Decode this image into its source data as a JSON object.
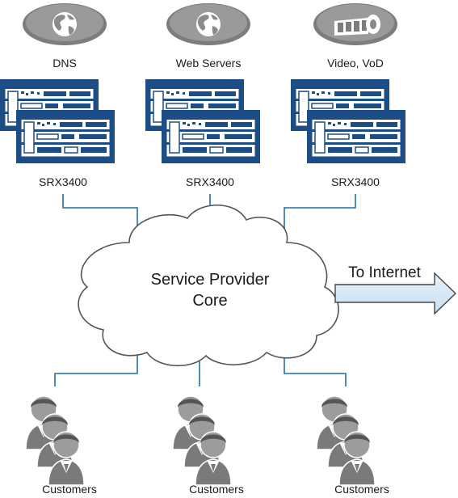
{
  "services": [
    {
      "label": "DNS",
      "icon": "globe-icon"
    },
    {
      "label": "Web Servers",
      "icon": "globe-icon"
    },
    {
      "label": "Video, VoD",
      "icon": "film-reel-icon"
    }
  ],
  "firewalls": [
    {
      "label": "SRX3400"
    },
    {
      "label": "SRX3400"
    },
    {
      "label": "SRX3400"
    }
  ],
  "cloud": {
    "line1": "Service Provider",
    "line2": "Core"
  },
  "internet": {
    "label": "To Internet"
  },
  "customers": [
    {
      "label": "Customers",
      "icon": "people-group-icon"
    },
    {
      "label": "Customers",
      "icon": "people-group-icon"
    },
    {
      "label": "Customers",
      "icon": "people-group-icon"
    }
  ],
  "colors": {
    "device_blue": "#1d4d86",
    "link_blue": "#1f6fa8",
    "arrow_fill": "#d3e6f6",
    "icon_gray": "#7a7a7a"
  }
}
